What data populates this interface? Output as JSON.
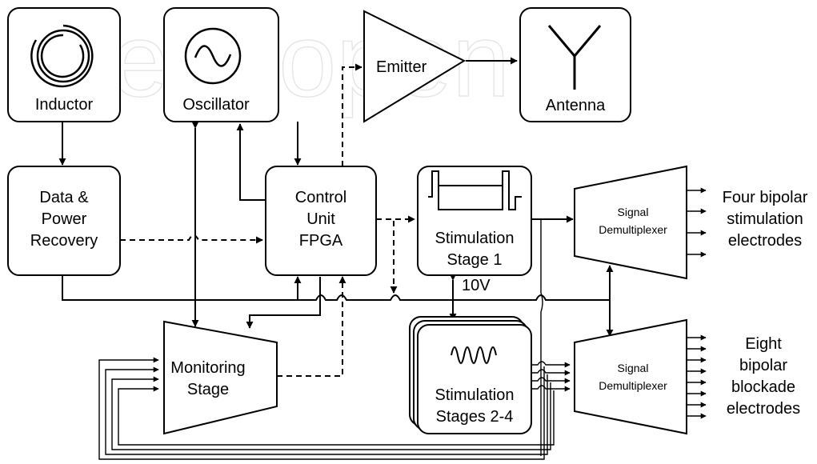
{
  "watermark": "atechopen",
  "blocks": {
    "inductor": "Inductor",
    "oscillator": "Oscillator",
    "emitter": "Emitter",
    "antenna": "Antenna",
    "data_power": [
      "Data &",
      "Power",
      "Recovery"
    ],
    "control": [
      "Control",
      "Unit",
      "FPGA"
    ],
    "stim1": [
      "Stimulation",
      "Stage 1"
    ],
    "stim24": [
      "Stimulation",
      "Stages 2-4"
    ],
    "monitor": [
      "Monitoring",
      "Stage"
    ],
    "demux1": [
      "Signal",
      "Demultiplexer"
    ],
    "demux2": [
      "Signal",
      "Demultiplexer"
    ]
  },
  "labels": {
    "voltage": "10V",
    "out1": [
      "Four bipolar",
      "stimulation",
      "electrodes"
    ],
    "out2": [
      "Eight",
      "bipolar",
      "blockade",
      "electrodes"
    ]
  },
  "icons": [
    "coil-icon",
    "sine-source-icon",
    "antenna-icon",
    "biphasic-pulse-icon",
    "sine-wave-icon"
  ]
}
